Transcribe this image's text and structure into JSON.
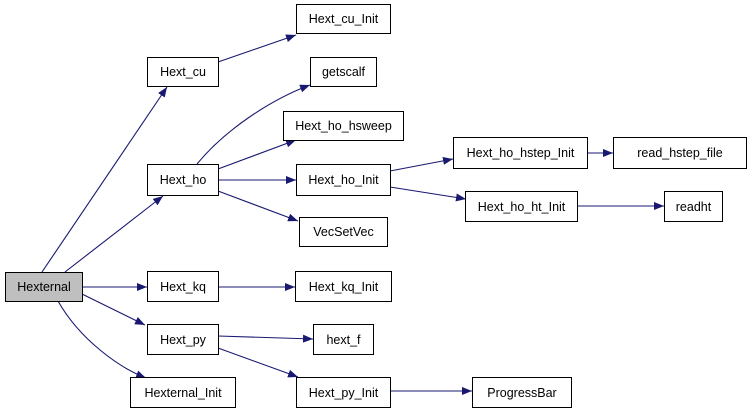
{
  "colors": {
    "edge": "#191970",
    "node_border": "#000000",
    "node_fill": "#ffffff",
    "root_fill": "#bfbfbf"
  },
  "nodes": {
    "hexternal": "Hexternal",
    "hext_cu": "Hext_cu",
    "hext_cu_init": "Hext_cu_Init",
    "getscalf": "getscalf",
    "hext_ho_hsweep": "Hext_ho_hsweep",
    "hext_ho": "Hext_ho",
    "hext_ho_init": "Hext_ho_Init",
    "hext_ho_hstep_init": "Hext_ho_hstep_Init",
    "read_hstep_file": "read_hstep_file",
    "hext_ho_ht_init": "Hext_ho_ht_Init",
    "readht": "readht",
    "vecsetvec": "VecSetVec",
    "hext_kq": "Hext_kq",
    "hext_kq_init": "Hext_kq_Init",
    "hext_py": "Hext_py",
    "hext_f": "hext_f",
    "hexternal_init": "Hexternal_Init",
    "hext_py_init": "Hext_py_Init",
    "progressbar": "ProgressBar"
  }
}
